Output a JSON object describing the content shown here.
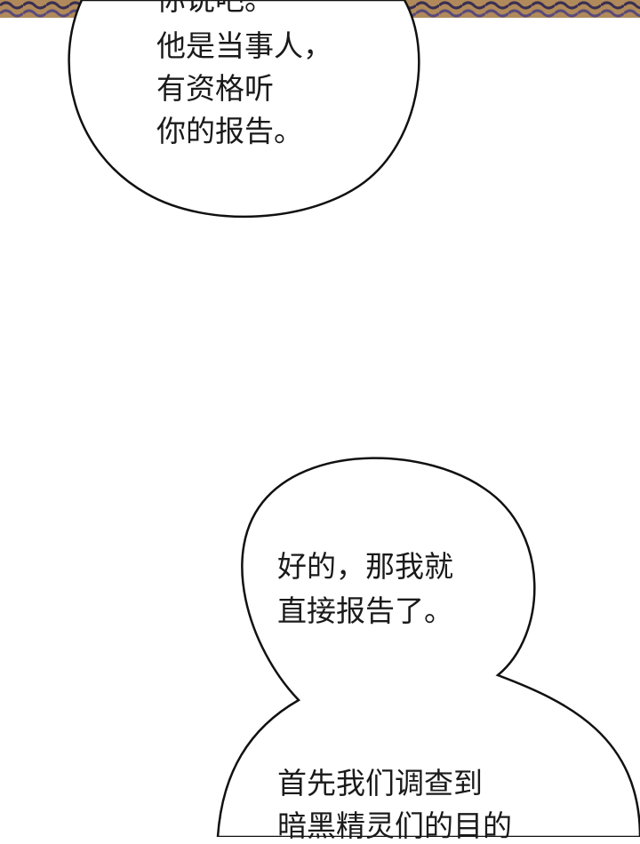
{
  "panel": {
    "background_color": "#ffffff",
    "bubble_fill": "#ffffff",
    "bubble_outline": "#111111",
    "top_strip_colors": [
      "#5a4a7a",
      "#b08a5a",
      "#3a2f52"
    ]
  },
  "bubbles": [
    {
      "lines": [
        "你说吧。",
        "他是当事人，",
        "有资格听",
        "你的报告。"
      ]
    },
    {
      "lines": [
        "好的，那我就",
        "直接报告了。"
      ]
    },
    {
      "lines": [
        "首先我们调查到",
        "暗黑精灵们的目的"
      ]
    }
  ]
}
